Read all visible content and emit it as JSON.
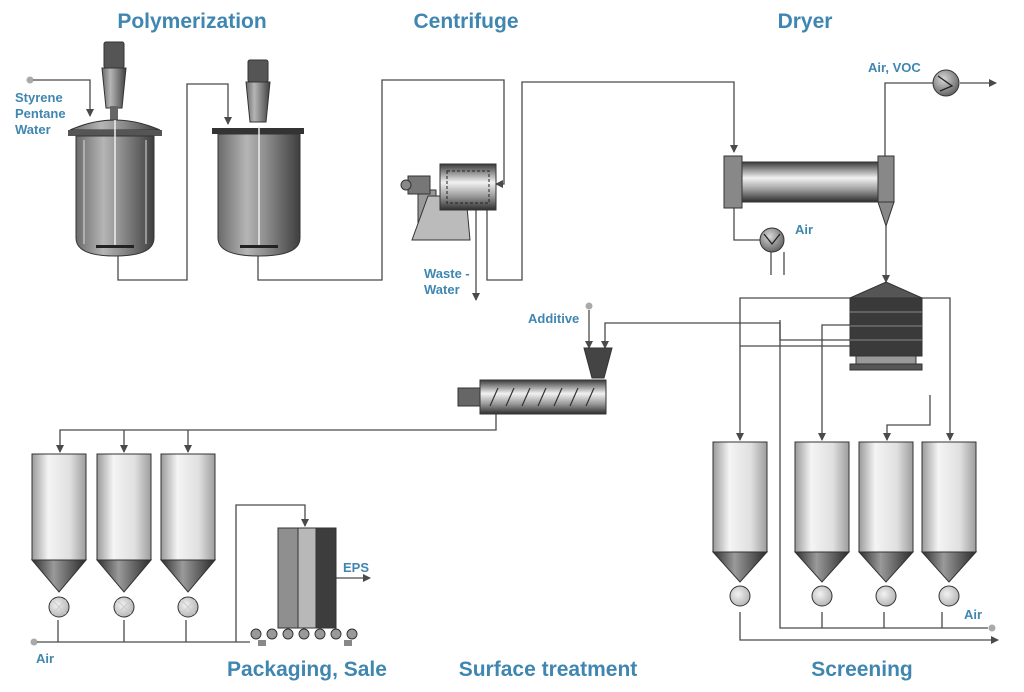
{
  "titles": {
    "polymerization": "Polymerization",
    "centrifuge": "Centrifuge",
    "dryer": "Dryer",
    "packaging": "Packaging, Sale",
    "surface_treatment": "Surface treatment",
    "screening": "Screening"
  },
  "labels": {
    "inputs": [
      "Styrene",
      "Pentane",
      "Water"
    ],
    "air_voc": "Air, VOC",
    "dryer_air": "Air",
    "waste_water": [
      "Waste -",
      "Water"
    ],
    "additive": "Additive",
    "eps": "EPS",
    "air_left": "Air",
    "air_right": "Air"
  },
  "colors": {
    "label_blue": "#3f86b0",
    "pipe": "#4a4a4a",
    "metal_dark": "#5a5a5a",
    "metal_light": "#e8e8e8"
  }
}
